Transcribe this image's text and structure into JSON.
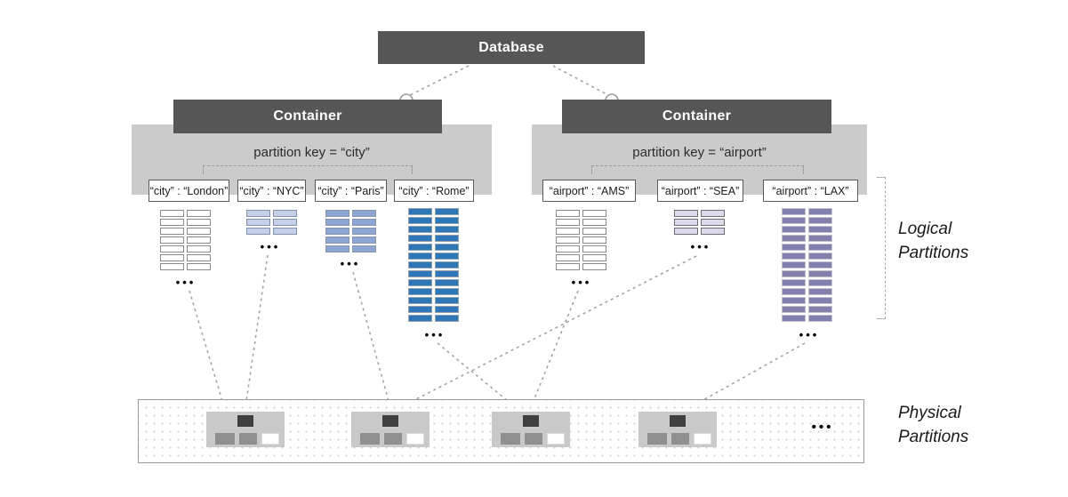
{
  "database_label": "Database",
  "containers": [
    {
      "label": "Container",
      "partition_key": "partition key = “city”",
      "partitions": [
        {
          "label": "“city” : “London”",
          "rows": 7,
          "fill": "#ffffff",
          "border": "#8a8a8a"
        },
        {
          "label": "“city” : “NYC”",
          "rows": 3,
          "fill": "#c5cfe8",
          "border": "#8292ab"
        },
        {
          "label": "“city” : “Paris”",
          "rows": 5,
          "fill": "#8ca6d6",
          "border": "#8a94a8"
        },
        {
          "label": "“city” : “Rome”",
          "rows": 13,
          "fill": "#2d76b8",
          "border": "#9aa0a8"
        }
      ]
    },
    {
      "label": "Container",
      "partition_key": "partition key = “airport”",
      "partitions": [
        {
          "label": "“airport” : “AMS”",
          "rows": 7,
          "fill": "#ffffff",
          "border": "#8a8a8a"
        },
        {
          "label": "“airport” : “SEA”",
          "rows": 3,
          "fill": "#ded9ea",
          "border": "#6d6d76"
        },
        {
          "label": "“airport” : “LAX”",
          "rows": 13,
          "fill": "#8280ad",
          "border": "#c2c2cc"
        }
      ]
    }
  ],
  "annotations": {
    "logical": "Logical\nPartitions",
    "physical": "Physical\nPartitions"
  },
  "ellipsis": "•••",
  "colors": {
    "box_dark": "#565656",
    "panel_gray": "#cbcbcb",
    "dashed_line": "#a3a3a3",
    "rome_blue": "#2d76b8",
    "lax_purple": "#8280ad"
  }
}
